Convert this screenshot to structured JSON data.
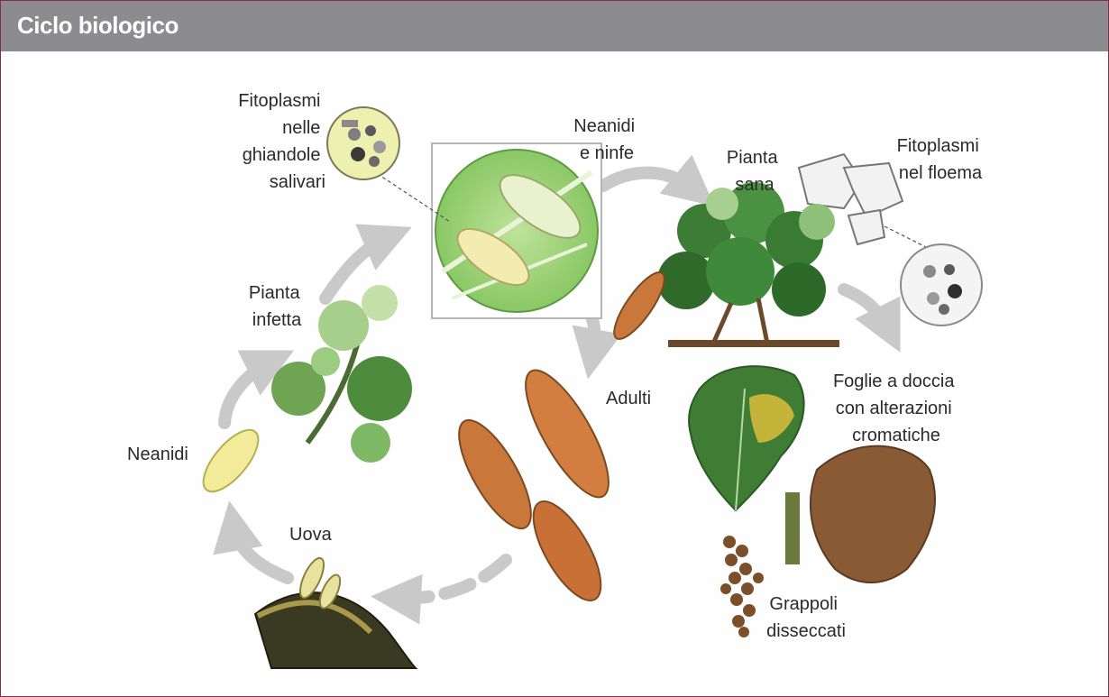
{
  "header": {
    "title": "Ciclo biologico"
  },
  "labels": {
    "fitoplasmi_ghiandole": [
      "Fitoplasmi",
      "nelle",
      "ghiandole",
      "salivari"
    ],
    "neanidi_ninfe": [
      "Neanidi",
      "e ninfe"
    ],
    "pianta_sana": [
      "Pianta",
      "sana"
    ],
    "fitoplasmi_floema": [
      "Fitoplasmi",
      "nel floema"
    ],
    "pianta_infetta": [
      "Pianta",
      "infetta"
    ],
    "adulti": "Adulti",
    "foglie": [
      "Foglie a doccia",
      "con alterazioni",
      "cromatiche"
    ],
    "neanidi": "Neanidi",
    "uova": "Uova",
    "grappoli": [
      "Grappoli",
      "disseccati"
    ]
  },
  "colors": {
    "header_bg": "#8c8c8e",
    "frame_border": "#8a2a4a",
    "arrow": "#c9c9c9",
    "leaf_green": "#3f8a3a",
    "insect_orange": "#c9773a",
    "dried_brown": "#8a5a35"
  }
}
